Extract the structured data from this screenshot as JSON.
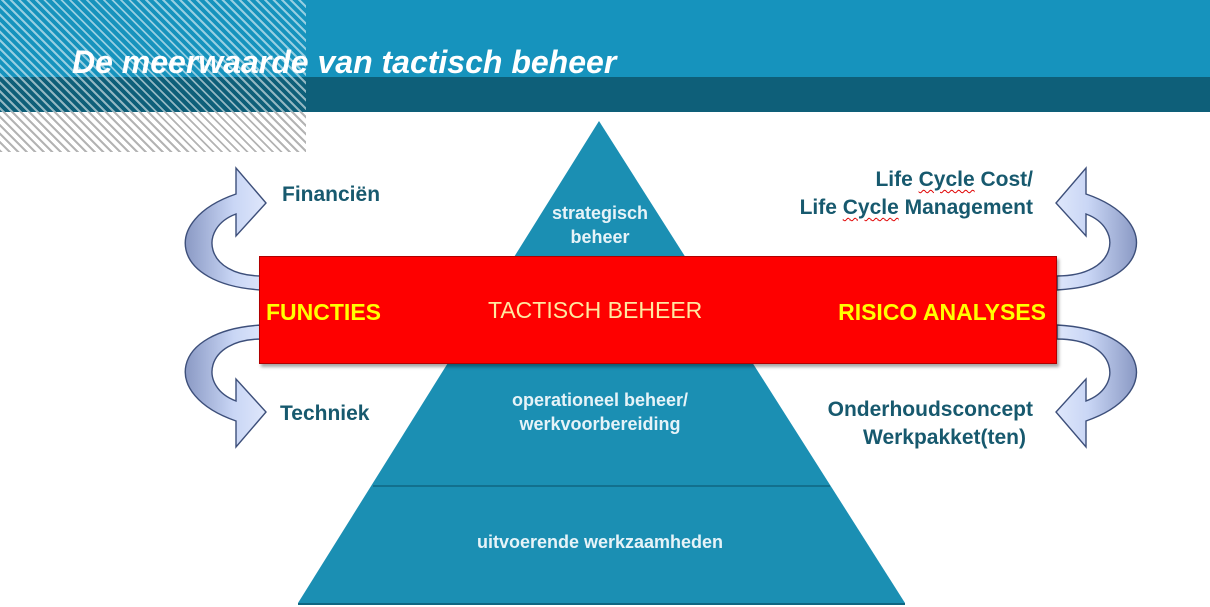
{
  "slide": {
    "title": "De meerwaarde van tactisch beheer"
  },
  "pyramid": {
    "top_label_line1": "strategisch",
    "top_label_line2": "beheer",
    "middle_label_line1": "operationeel beheer/",
    "middle_label_line2": "werkvoorbereiding",
    "bottom_label": "uitvoerende werkzaamheden"
  },
  "band": {
    "left": "FUNCTIES",
    "center": "TACTISCH BEHEER",
    "right": "RISICO ANALYSES"
  },
  "left_labels": {
    "top": "Financiën",
    "bottom": "Techniek"
  },
  "right_labels": {
    "top_line1_prefix": "Life ",
    "top_line1_word": "Cycle",
    "top_line1_suffix": " Cost/",
    "top_line2_prefix": "Life ",
    "top_line2_word": "Cycle",
    "top_line2_suffix": " Management",
    "bottom_line1": "Onderhoudsconcept",
    "bottom_line2": "Werkpakket(ten)"
  },
  "colors": {
    "header": "#1693bd",
    "header_dark": "#0e5f79",
    "pyramid": "#1b8fb3",
    "band": "#fe0000",
    "band_text": "#ffff00",
    "label_text": "#17596e",
    "arrow_fill": "#c9d6f5"
  }
}
